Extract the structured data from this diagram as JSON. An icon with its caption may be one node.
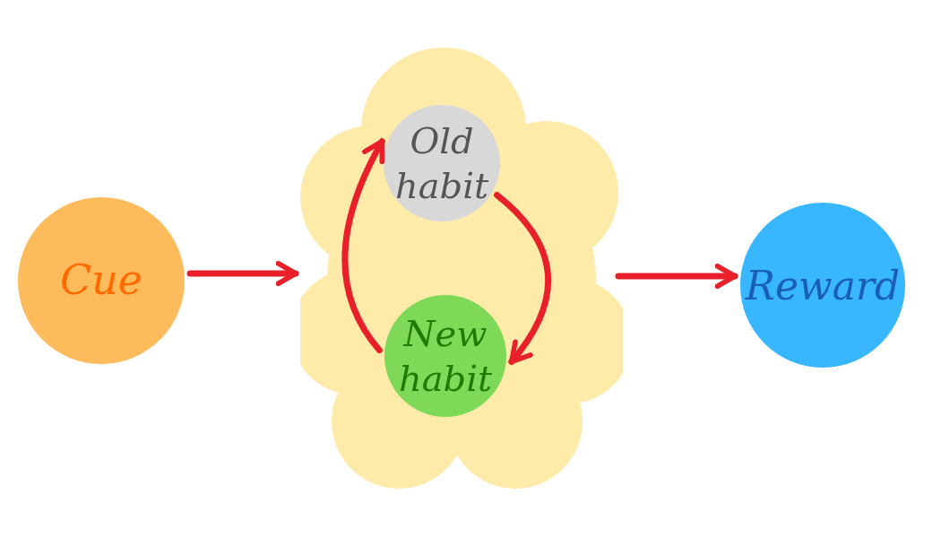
{
  "diagram": {
    "nodes": [
      {
        "text": [
          "Cue"
        ]
      },
      {
        "text": [],
        "shape": "cloud"
      },
      {
        "text": [
          "Old habit"
        ],
        "in": 1
      },
      {
        "text": [
          "New habit"
        ],
        "in": 1
      },
      {
        "text": [
          "Reward"
        ]
      }
    ],
    "edges": [
      {
        "from": 0,
        "to": 1,
        "arrow": "to"
      },
      {
        "from": 2,
        "to": 3,
        "arrow": "to"
      },
      {
        "from": 3,
        "to": 2,
        "arrow": "to"
      },
      {
        "from": 1,
        "to": 4,
        "arrow": "to"
      }
    ]
  }
}
